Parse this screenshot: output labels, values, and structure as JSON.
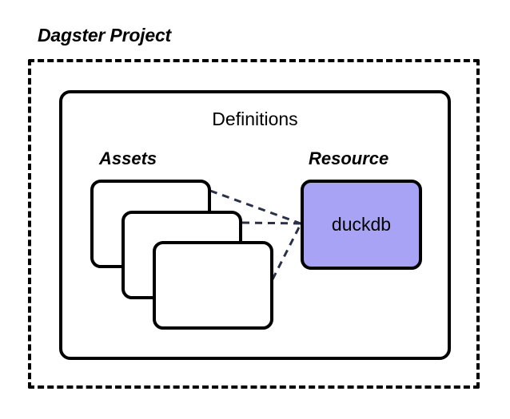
{
  "diagram": {
    "type": "architecture-block-diagram",
    "background_color": "#ffffff",
    "project": {
      "title": "Dagster Project",
      "border_style": "dashed",
      "border_color": "#000000"
    },
    "definitions": {
      "title": "Definitions",
      "border_style": "solid",
      "border_color": "#000000"
    },
    "assets": {
      "label": "Assets",
      "card_count": 3,
      "cards": [
        {
          "label": "",
          "fill": "#ffffff"
        },
        {
          "label": "",
          "fill": "#ffffff"
        },
        {
          "label": "",
          "fill": "#ffffff"
        }
      ]
    },
    "resource": {
      "label": "Resource",
      "name": "duckdb",
      "fill_color": "#a9a3f5",
      "border_color": "#000000"
    },
    "connectors": {
      "style": "dashed",
      "color": "#2b3148",
      "count": 3,
      "description": "Each asset card connects to the duckdb resource"
    }
  }
}
